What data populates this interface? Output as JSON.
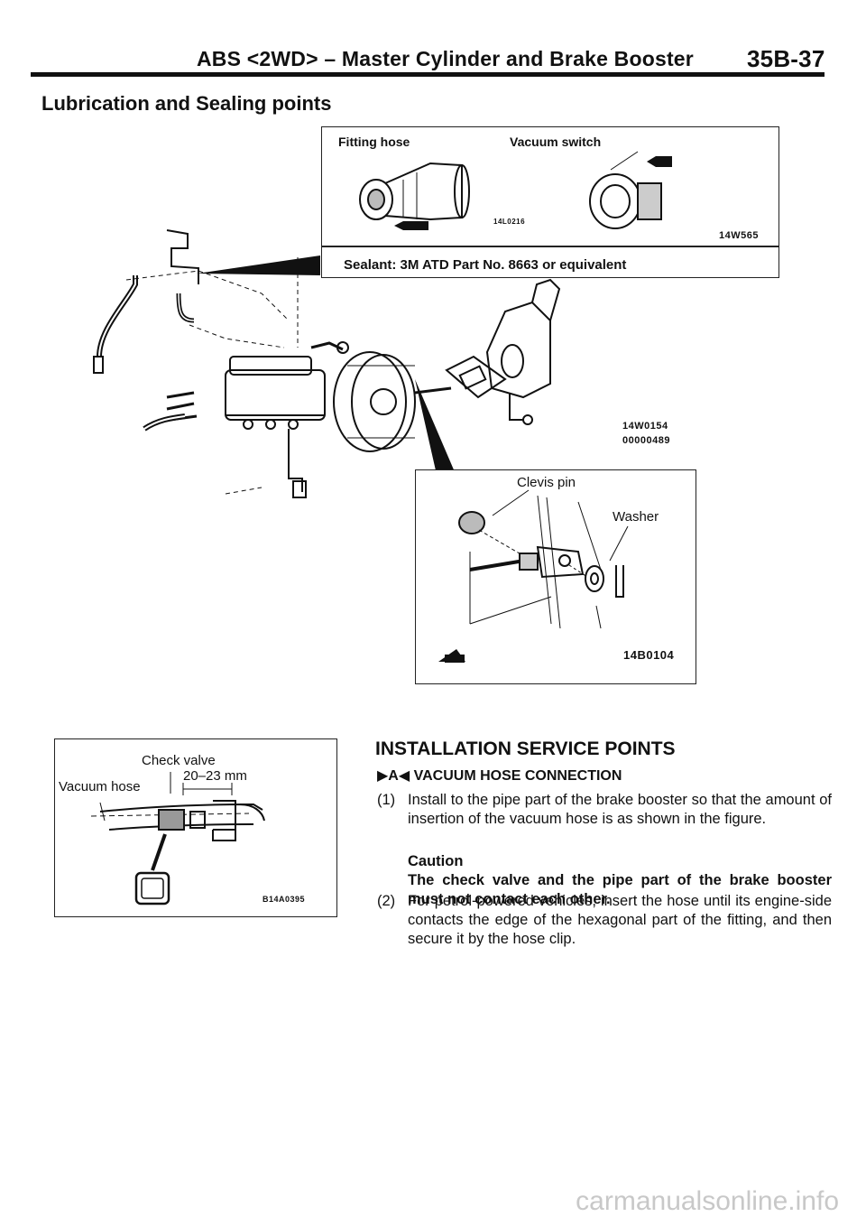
{
  "header": {
    "title": "ABS <2WD> – Master Cylinder and Brake Booster",
    "page_number": "35B-37"
  },
  "section_heading": "Lubrication and Sealing points",
  "fitting_box": {
    "fitting_hose_label": "Fitting hose",
    "vacuum_switch_label": "Vacuum switch",
    "fig_code_left": "14L0216",
    "fig_code_right": "14W565",
    "sealant_text": "Sealant: 3M ATD Part No. 8663 or equivalent"
  },
  "main_figure": {
    "code1": "14W0154",
    "code2": "00000489"
  },
  "clevis_box": {
    "clevis_pin_label": "Clevis pin",
    "washer_label": "Washer",
    "fig_code": "14B0104"
  },
  "check_valve_box": {
    "check_valve_label": "Check valve",
    "vacuum_hose_label": "Vacuum hose",
    "dimension_label": "20–23 mm",
    "fig_code": "B14A0395"
  },
  "installation": {
    "title": "INSTALLATION SERVICE POINTS",
    "subtitle": "▶A◀ VACUUM HOSE CONNECTION",
    "items": [
      {
        "num": "(1)",
        "text": "Install to the pipe part of the brake booster so that the amount of insertion of the vacuum hose is as shown in the figure."
      },
      {
        "num": "(2)",
        "text": "For petrol-powered vehicles, insert the hose until its engine-side contacts the edge of the hexagonal part of the fitting, and then secure it by the hose clip."
      }
    ],
    "caution_title": "Caution",
    "caution_text": "The check valve and the pipe part of the brake booster must not contact each other."
  },
  "watermark": "carmanualsonline.info"
}
